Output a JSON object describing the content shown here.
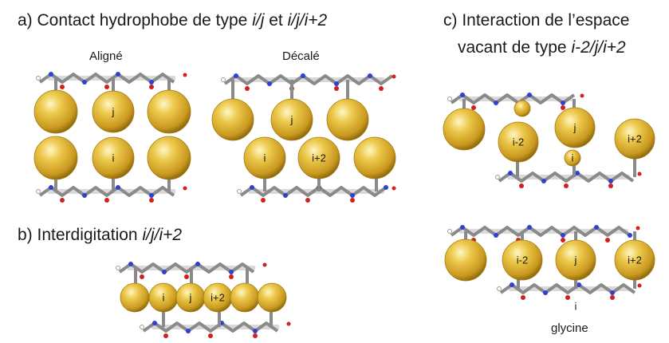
{
  "panel_a": {
    "title_prefix": "a) Contact hydrophobe  de type ",
    "title_em1": "i/j",
    "title_mid": " et ",
    "title_em2": "i/j/i+2",
    "sub_aligned": "Aligné",
    "sub_shifted": "Décalé"
  },
  "panel_b": {
    "title_prefix": "b) Interdigitation ",
    "title_em": "i/j/i+2"
  },
  "panel_c": {
    "title_line1": "c) Interaction de l’espace",
    "title_line2_prefix": "vacant de type ",
    "title_line2_em": "i-2/j/i+2",
    "glycine_label": "glycine"
  },
  "residue_labels": {
    "a_aligned_j": "j",
    "a_aligned_i": "i",
    "a_shifted_j": "j",
    "a_shifted_i": "i",
    "a_shifted_i2": "i+2",
    "b_i": "i",
    "b_j": "j",
    "b_i2": "i+2",
    "c_top_i_minus2": "i-2",
    "c_top_j": "j",
    "c_top_i2": "i+2",
    "c_top_i": "i",
    "c_bot_i_minus2": "i-2",
    "c_bot_j": "j",
    "c_bot_i2": "i+2",
    "c_bot_i": "i"
  },
  "colors": {
    "sphere": "#e2b93b",
    "sphere_light": "#fff4b8",
    "sphere_dark": "#9c7410",
    "backbone": "#8a8a8a",
    "nitrogen": "#3040d0",
    "oxygen": "#d02020"
  }
}
